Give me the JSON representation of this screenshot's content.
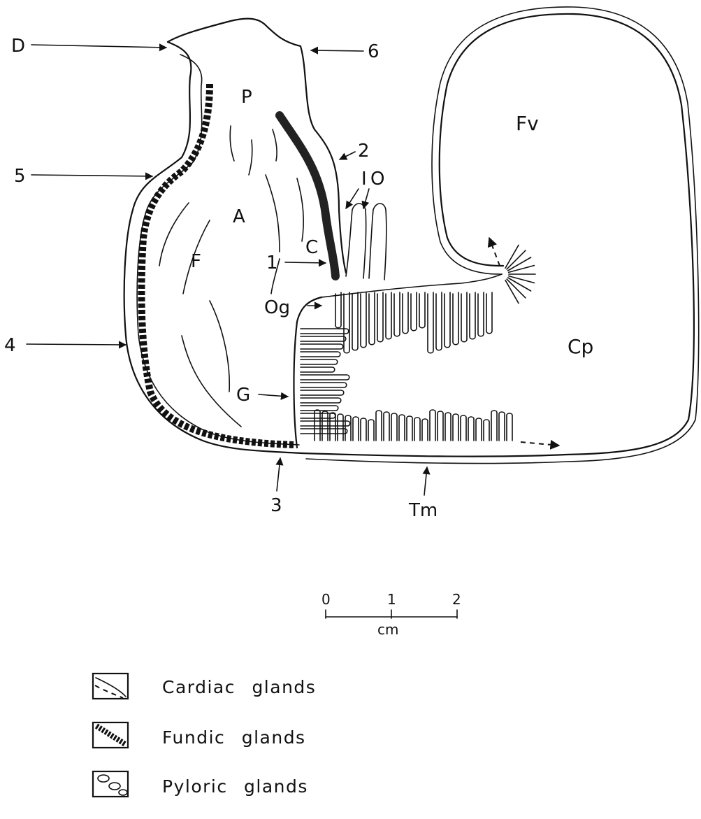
{
  "labels": {
    "D": "D",
    "n6": "6",
    "P": "P",
    "Fv": "Fv",
    "n2": "2",
    "n5": "5",
    "I": "I",
    "O": "O",
    "A": "A",
    "F": "F",
    "C": "C",
    "n1": "1",
    "Og": "Og",
    "n4": "4",
    "Cp": "Cp",
    "G": "G",
    "n3": "3",
    "Tm": "Tm"
  },
  "scale_bar": {
    "ticks": [
      "0",
      "1",
      "2"
    ],
    "unit": "cm"
  },
  "legend": [
    {
      "label": "Cardiac glands",
      "pattern": "cardiac"
    },
    {
      "label": "Fundic glands",
      "pattern": "fundic"
    },
    {
      "label": "Pyloric glands",
      "pattern": "pyloric"
    }
  ]
}
